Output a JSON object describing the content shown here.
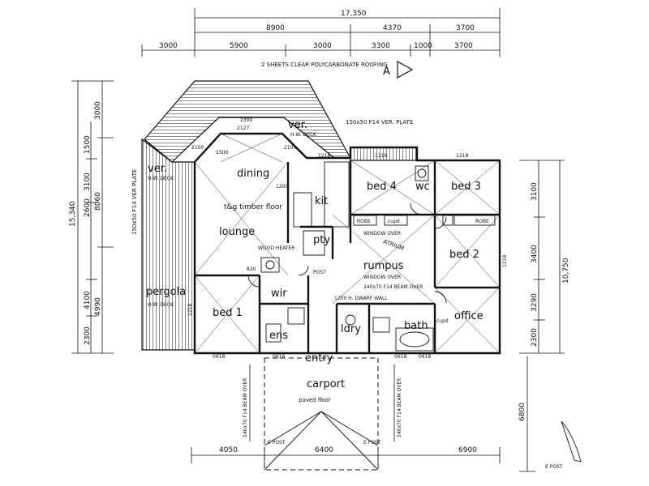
{
  "dimensions": {
    "overall": "17,350",
    "top_row1": [
      "8900",
      "4370",
      "3700"
    ],
    "top_row2": [
      "3000",
      "5900",
      "3000",
      "3300",
      "1000",
      "3700"
    ],
    "left_overall": "15,340",
    "left_parts": [
      "3000",
      "8060",
      "4990"
    ],
    "left_row2": [
      "1500",
      "3100",
      "2600",
      "4100",
      "2300"
    ],
    "right_overall": "10,750",
    "right_parts": [
      "3100",
      "3400",
      "3290",
      "2300"
    ],
    "right_bottom": "6800",
    "bottom": [
      "4050",
      "6400",
      "6900"
    ]
  },
  "rooms": {
    "dining": "dining",
    "lounge": "lounge",
    "floor_note": "t&g timber floor",
    "kit": "kit",
    "pty": "pty",
    "bed4": "bed 4",
    "wc": "wc",
    "bed3": "bed 3",
    "rumpus": "rumpus",
    "bed2": "bed 2",
    "office": "office",
    "bed1": "bed 1",
    "wir": "wir",
    "ens": "ens",
    "lndry": "ldry",
    "bath": "bath",
    "entry": "entry",
    "carport": "carport",
    "paved": "paved floor",
    "pergola": "pergola",
    "pergola_sub": "H.W. DECK",
    "ver_left": "ver.",
    "ver_left_sub": "H.W. DECK",
    "ver_right": "ver.",
    "ver_right_sub": "H.W. DECK"
  },
  "notes": {
    "roofing": "2 SHEETS CLEAR POLYCARBONATE ROOFING",
    "plate_right": "150x50 F14 VER. PLATE",
    "plate_left": "150x50 F14 VER PLATE",
    "wood_heater": "WOOD HEATER",
    "window_over1": "WINDOW OVER",
    "window_over2": "WINDOW OVER",
    "atrium": "ATRIUM",
    "beam_over": "240x70 F14 BEAM OVER",
    "dwarf_wall": "1200 H. DWARF WALL",
    "robe1": "ROBE",
    "robe2": "ROBE",
    "cupd1": "cupd",
    "cupd2": "cupd",
    "e_post1": "E POST",
    "e_post2": "E POST",
    "e_post3": "E POST",
    "north": "A",
    "carport_beam_l": "240x70 F14 BEAM OVER",
    "carport_beam_r": "240x70 F14 BEAM OVER",
    "post_label": "POST",
    "lounge_dims": [
      "2127",
      "2100",
      "1500",
      "2100",
      "2300",
      "1218",
      "820",
      "1200"
    ],
    "window_codes": [
      "0618",
      "0618",
      "0618",
      "0618",
      "1218",
      "1218",
      "1218",
      "1218"
    ]
  }
}
